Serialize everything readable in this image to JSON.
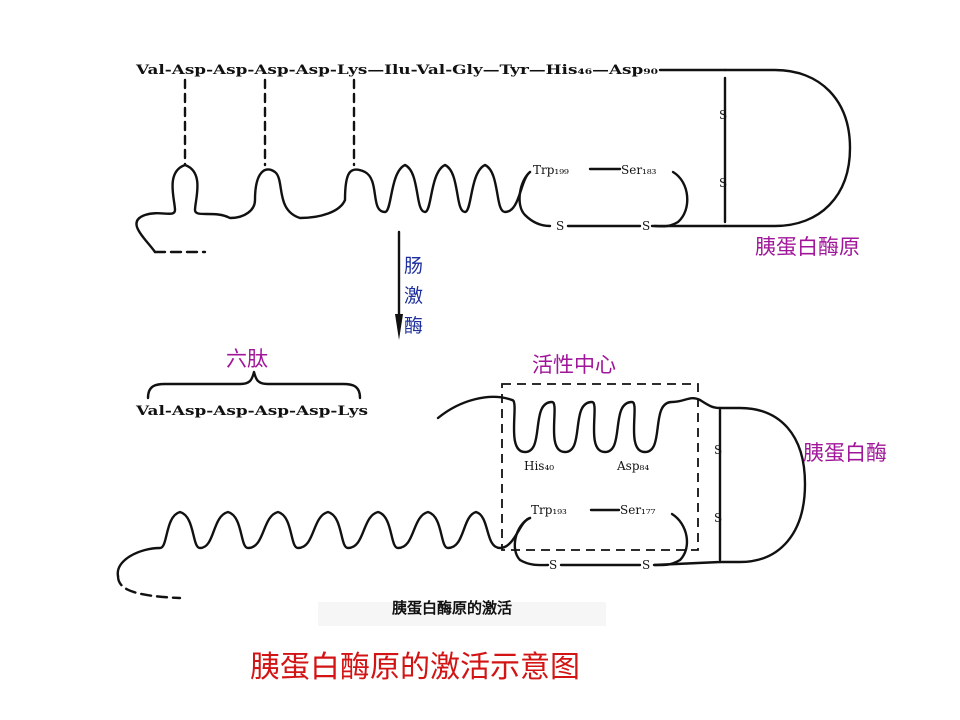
{
  "top": {
    "sequence": "Val-Asp-Asp-Asp-Asp-Lys—Ilu-Val-Gly—Tyr—His₄₆—Asp₉₀",
    "trp_label": "Trp₁₉₉",
    "ser_label": "Ser₁₈₃",
    "disulfide_s": "S",
    "molecule_label": "胰蛋白酶原"
  },
  "arrow": {
    "enzyme_label": [
      "肠",
      "激",
      "酶"
    ]
  },
  "bottom": {
    "hexapeptide_label": "六肽",
    "hexapeptide_sequence": "Val-Asp-Asp-Asp-Asp-Lys",
    "active_site_label": "活性中心",
    "his_label": "His₄₀",
    "asp_label": "Asp₈₄",
    "trp_label": "Trp₁₉₃",
    "ser_label": "Ser₁₇₇",
    "disulfide_s": "S",
    "molecule_label": "胰蛋白酶"
  },
  "caption": "胰蛋白酶原的激活",
  "title": "胰蛋白酶原的激活示意图"
}
